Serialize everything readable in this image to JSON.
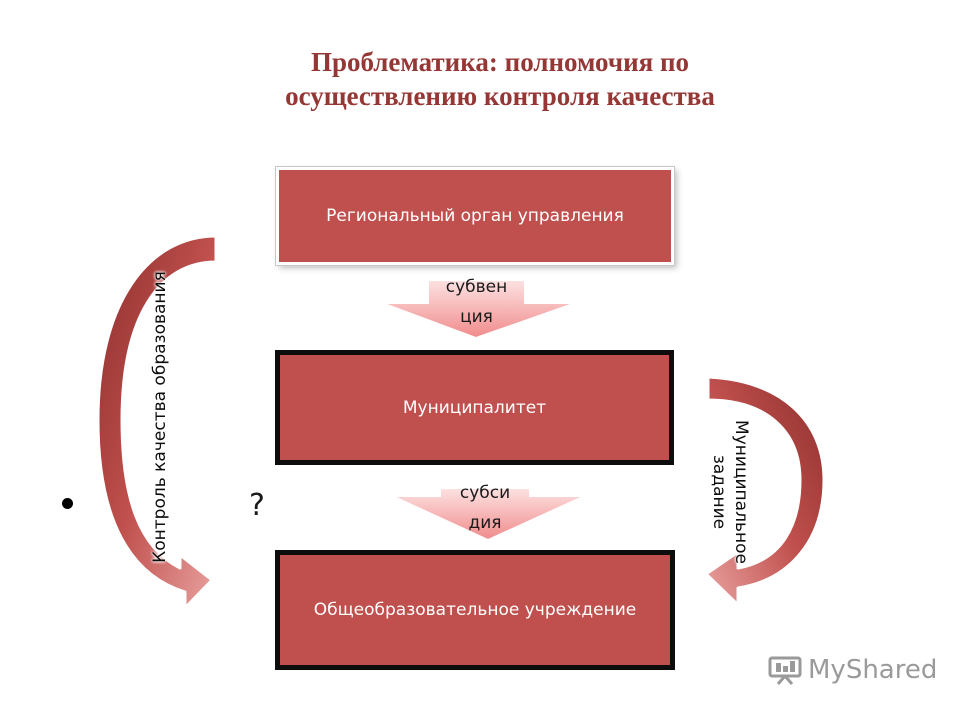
{
  "title": {
    "line1": "Проблематика: полномочия по",
    "line2": "осуществлению  контроля качества"
  },
  "boxes": {
    "regional": "Региональный орган управления",
    "municipality": "Муниципалитет",
    "school": "Общеобразовательное учреждение"
  },
  "arrows": {
    "top": {
      "line1": "субвен",
      "line2": "ция"
    },
    "bottom": {
      "line1": "субси",
      "line2": "дия"
    }
  },
  "side_labels": {
    "left": "Контроль качества образования",
    "right_line1": "Муниципальное",
    "right_line2": "задание"
  },
  "question": "?",
  "logo": {
    "text": "MyShared"
  },
  "colors": {
    "box": "#c0504d",
    "title": "#953735",
    "arrow": "#f4a3a3",
    "curve": "#a5403d"
  }
}
